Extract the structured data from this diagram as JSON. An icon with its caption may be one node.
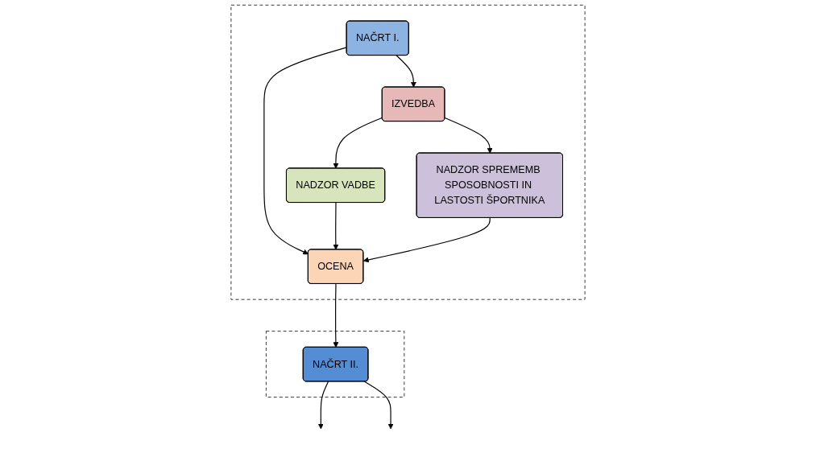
{
  "diagram": {
    "nodes": [
      {
        "text": [],
        "shape": "box"
      },
      {
        "text": [
          "NAČRT I."
        ],
        "in": 0
      },
      {
        "text": [
          "IZVEDBA"
        ],
        "in": 0
      },
      {
        "text": [
          "NADZOR SPREMEMB SPOSOBNOSTI IN LASTOSTI ŠPORTNIKA"
        ],
        "in": 0
      },
      {
        "text": [
          "NADZOR VADBE"
        ],
        "in": 0
      },
      {
        "text": [
          "OCENA"
        ],
        "in": 0
      },
      {
        "text": [],
        "shape": "box"
      },
      {
        "text": [
          "NAČRT II."
        ],
        "in": 6
      }
    ],
    "edges": [
      {
        "from": 1,
        "to": 2,
        "arrow": "to"
      },
      {
        "from": 2,
        "to": 3,
        "arrow": "to"
      },
      {
        "from": 2,
        "to": 4,
        "arrow": "to"
      },
      {
        "from": 1,
        "to": 5,
        "arrow": "to"
      },
      {
        "from": 4,
        "to": 5,
        "arrow": "to"
      },
      {
        "from": 3,
        "to": 5,
        "arrow": "to"
      },
      {
        "from": 5,
        "to": 7,
        "arrow": "to"
      },
      {
        "from": 7,
        "to": null,
        "arrow": "to"
      },
      {
        "from": 7,
        "to": null,
        "arrow": "to"
      }
    ]
  }
}
